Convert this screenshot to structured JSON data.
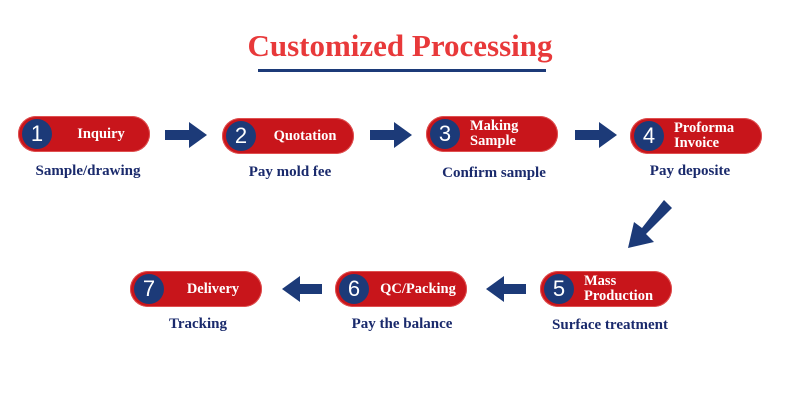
{
  "title": "Customized Processing",
  "steps": [
    {
      "number": "1",
      "label": "Inquiry",
      "caption": "Sample/drawing"
    },
    {
      "number": "2",
      "label": "Quotation",
      "caption": "Pay mold fee"
    },
    {
      "number": "3",
      "label": "Making Sample",
      "caption": "Confirm sample"
    },
    {
      "number": "4",
      "label": "Proforma Invoice",
      "caption": "Pay deposite"
    },
    {
      "number": "5",
      "label": "Mass Production",
      "caption": "Surface treatment"
    },
    {
      "number": "6",
      "label": "QC/Packing",
      "caption": "Pay the balance"
    },
    {
      "number": "7",
      "label": "Delivery",
      "caption": "Tracking"
    }
  ],
  "colors": {
    "title": "#e8393a",
    "pill": "#c8151b",
    "navy": "#1c3a78"
  }
}
